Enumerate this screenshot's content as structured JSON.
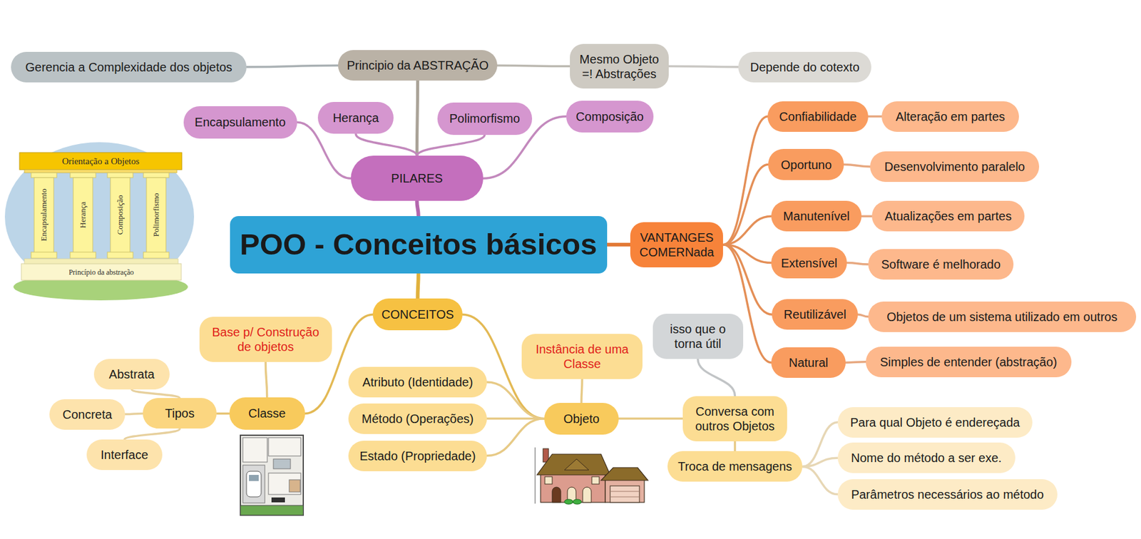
{
  "diagram": {
    "nodes": [
      {
        "text": [
          "Principio da ABSTRAÇÃO"
        ]
      },
      {
        "text": [
          "Gerencia a Complexidade dos objetos"
        ]
      },
      {
        "text": [
          "Mesmo Objeto =! Abstrações"
        ]
      },
      {
        "text": [
          "Depende do cotexto"
        ]
      },
      {
        "text": [
          "Encapsulamento"
        ]
      },
      {
        "text": [
          "Herança"
        ]
      },
      {
        "text": [
          "Polimorfismo"
        ]
      },
      {
        "text": [
          "Composição"
        ]
      },
      {
        "text": [
          "PILARES"
        ]
      },
      {
        "text": [
          "POO - Conceitos básicos"
        ]
      },
      {
        "text": [
          "VANTANGES COMERNada"
        ]
      },
      {
        "text": [
          "Confiabilidade"
        ]
      },
      {
        "text": [
          "Alteração em partes"
        ]
      },
      {
        "text": [
          "Oportuno"
        ]
      },
      {
        "text": [
          "Desenvolvimento paralelo"
        ]
      },
      {
        "text": [
          "Manutenível"
        ]
      },
      {
        "text": [
          "Atualizações em partes"
        ]
      },
      {
        "text": [
          "Extensível"
        ]
      },
      {
        "text": [
          "Software é melhorado"
        ]
      },
      {
        "text": [
          "Reutilizável"
        ]
      },
      {
        "text": [
          "Objetos de um sistema utilizado em outros"
        ]
      },
      {
        "text": [
          "Natural"
        ]
      },
      {
        "text": [
          "Simples de entender (abstração)"
        ]
      },
      {
        "text": [
          "CONCEITOS"
        ]
      },
      {
        "text": [
          "Base p/ Construção de objetos"
        ]
      },
      {
        "text": [
          "Classe"
        ]
      },
      {
        "text": [
          "Tipos"
        ]
      },
      {
        "text": [
          "Abstrata"
        ]
      },
      {
        "text": [
          "Concreta"
        ]
      },
      {
        "text": [
          "Interface"
        ]
      },
      {
        "text": [
          "Instância de uma Classe"
        ]
      },
      {
        "text": [
          "Objeto"
        ]
      },
      {
        "text": [
          "Atributo (Identidade)"
        ]
      },
      {
        "text": [
          "Método (Operações)"
        ]
      },
      {
        "text": [
          "Estado (Propriedade)"
        ]
      },
      {
        "text": [
          "isso que o torna útil"
        ]
      },
      {
        "text": [
          "Conversa com outros Objetos"
        ]
      },
      {
        "text": [
          "Troca de mensagens"
        ]
      },
      {
        "text": [
          "Para qual Objeto é endereçada"
        ]
      },
      {
        "text": [
          "Nome do método a ser exe."
        ]
      },
      {
        "text": [
          "Parâmetros necessários ao método"
        ]
      }
    ],
    "edges": [
      {
        "from": 9,
        "to": 8,
        "arrow": "none"
      },
      {
        "from": 8,
        "to": 0,
        "arrow": "none"
      },
      {
        "from": 0,
        "to": 1,
        "arrow": "none"
      },
      {
        "from": 0,
        "to": 2,
        "arrow": "none"
      },
      {
        "from": 2,
        "to": 3,
        "arrow": "none"
      },
      {
        "from": 8,
        "to": 4,
        "arrow": "none"
      },
      {
        "from": 8,
        "to": 5,
        "arrow": "none"
      },
      {
        "from": 8,
        "to": 6,
        "arrow": "none"
      },
      {
        "from": 8,
        "to": 7,
        "arrow": "none"
      },
      {
        "from": 9,
        "to": 10,
        "arrow": "none"
      },
      {
        "from": 10,
        "to": 11,
        "arrow": "none"
      },
      {
        "from": 11,
        "to": 12,
        "arrow": "none"
      },
      {
        "from": 10,
        "to": 13,
        "arrow": "none"
      },
      {
        "from": 13,
        "to": 14,
        "arrow": "none"
      },
      {
        "from": 10,
        "to": 15,
        "arrow": "none"
      },
      {
        "from": 15,
        "to": 16,
        "arrow": "none"
      },
      {
        "from": 10,
        "to": 17,
        "arrow": "none"
      },
      {
        "from": 17,
        "to": 18,
        "arrow": "none"
      },
      {
        "from": 10,
        "to": 19,
        "arrow": "none"
      },
      {
        "from": 19,
        "to": 20,
        "arrow": "none"
      },
      {
        "from": 10,
        "to": 21,
        "arrow": "none"
      },
      {
        "from": 21,
        "to": 22,
        "arrow": "none"
      },
      {
        "from": 9,
        "to": 23,
        "arrow": "none"
      },
      {
        "from": 23,
        "to": 25,
        "arrow": "none"
      },
      {
        "from": 25,
        "to": 24,
        "arrow": "none"
      },
      {
        "from": 25,
        "to": 26,
        "arrow": "none"
      },
      {
        "from": 26,
        "to": 27,
        "arrow": "none"
      },
      {
        "from": 26,
        "to": 28,
        "arrow": "none"
      },
      {
        "from": 26,
        "to": 29,
        "arrow": "none"
      },
      {
        "from": 23,
        "to": 31,
        "arrow": "none"
      },
      {
        "from": 31,
        "to": 30,
        "arrow": "none"
      },
      {
        "from": 31,
        "to": 32,
        "arrow": "none"
      },
      {
        "from": 31,
        "to": 33,
        "arrow": "none"
      },
      {
        "from": 31,
        "to": 34,
        "arrow": "none"
      },
      {
        "from": 31,
        "to": 36,
        "arrow": "none"
      },
      {
        "from": 36,
        "to": 35,
        "arrow": "none"
      },
      {
        "from": 36,
        "to": 37,
        "arrow": "none"
      },
      {
        "from": 37,
        "to": 38,
        "arrow": "none"
      },
      {
        "from": 37,
        "to": 39,
        "arrow": "none"
      },
      {
        "from": 37,
        "to": 40,
        "arrow": "none"
      }
    ],
    "labels": [
      "Orientação a Objetos",
      "Encapsulamento",
      "Herança",
      "Composição",
      "Polimorfismo",
      "Princípio da abstração"
    ]
  }
}
